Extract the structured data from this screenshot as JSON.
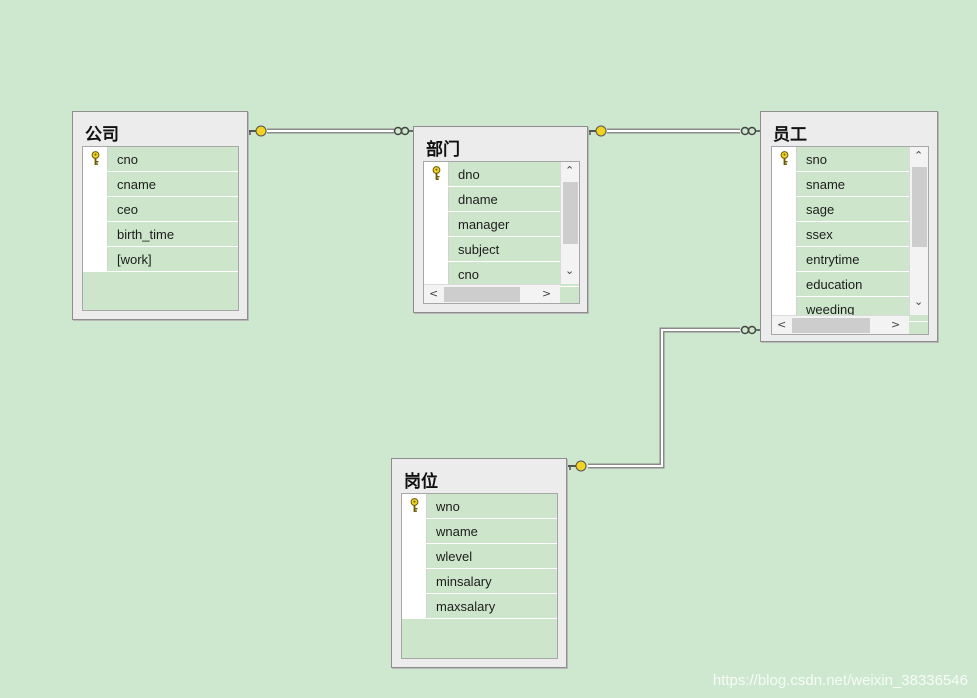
{
  "tables": {
    "company": {
      "title": "公司",
      "columns": [
        {
          "name": "cno",
          "key": true
        },
        {
          "name": "cname"
        },
        {
          "name": "ceo"
        },
        {
          "name": "birth_time"
        },
        {
          "name": "[work]"
        }
      ]
    },
    "department": {
      "title": "部门",
      "columns": [
        {
          "name": "dno",
          "key": true
        },
        {
          "name": "dname"
        },
        {
          "name": "manager"
        },
        {
          "name": "subject"
        },
        {
          "name": "cno"
        }
      ]
    },
    "employee": {
      "title": "员工",
      "columns": [
        {
          "name": "sno",
          "key": true
        },
        {
          "name": "sname"
        },
        {
          "name": "sage"
        },
        {
          "name": "ssex"
        },
        {
          "name": "entrytime"
        },
        {
          "name": "education"
        },
        {
          "name": "weeding"
        }
      ]
    },
    "position": {
      "title": "岗位",
      "columns": [
        {
          "name": "wno",
          "key": true
        },
        {
          "name": "wname"
        },
        {
          "name": "wlevel"
        },
        {
          "name": "minsalary"
        },
        {
          "name": "maxsalary"
        }
      ]
    }
  },
  "relationships": [
    {
      "from": "company",
      "to": "department",
      "one_end": "key-icon",
      "many_end": "infinity-icon"
    },
    {
      "from": "department",
      "to": "employee",
      "one_end": "key-icon",
      "many_end": "infinity-icon"
    },
    {
      "from": "position",
      "to": "employee",
      "one_end": "key-icon",
      "many_end": "infinity-icon"
    }
  ],
  "watermark": "https://blog.csdn.net/weixin_38336546",
  "colors": {
    "canvas": "#cde8cf",
    "grid": "#cde6cb",
    "key": "#f2d321"
  }
}
